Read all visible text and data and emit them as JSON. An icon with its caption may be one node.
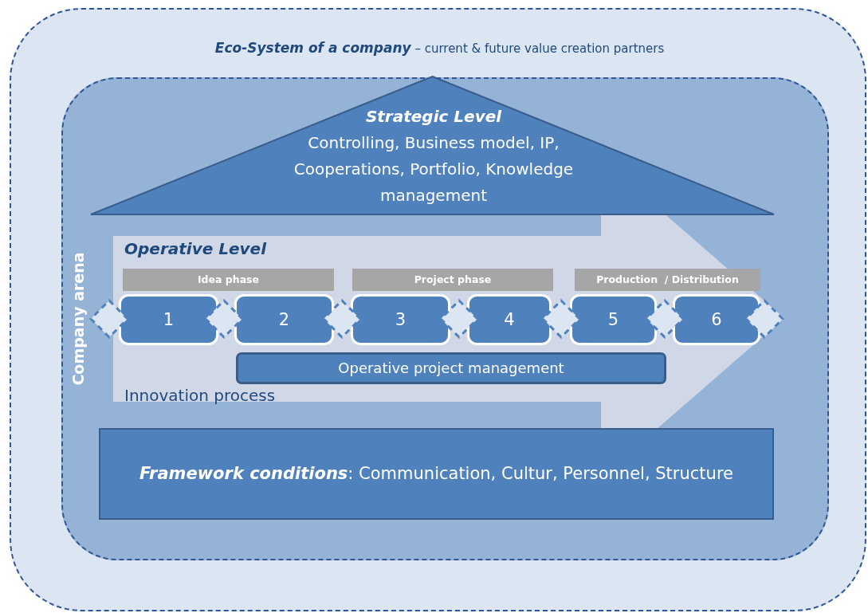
{
  "diagram": {
    "nodes": [
      {
        "text": [
          "**Eco-System of a company** – current & future value creation partners"
        ]
      },
      {
        "text": [
          "Company arena"
        ],
        "in": 0
      },
      {
        "text": [
          "Strategic Level",
          "Controlling, Business model, IP, Cooperations, Portfolio, Knowledge management"
        ],
        "in": 1
      },
      {
        "text": [
          "Operative Level",
          "Innovation process"
        ],
        "in": 1
      },
      {
        "text": [
          "Idea phase"
        ],
        "in": 3
      },
      {
        "text": [
          "Project phase"
        ],
        "in": 3
      },
      {
        "text": [
          "Production  / Distribution"
        ],
        "in": 3
      },
      {
        "text": [
          "1"
        ],
        "in": 3
      },
      {
        "text": [
          "2"
        ],
        "in": 3
      },
      {
        "text": [
          "3"
        ],
        "in": 3
      },
      {
        "text": [
          "4"
        ],
        "in": 3
      },
      {
        "text": [
          "5"
        ],
        "in": 3
      },
      {
        "text": [
          "6"
        ],
        "in": 3
      },
      {
        "text": [],
        "shape": "diamond",
        "in": 1
      },
      {
        "text": [],
        "shape": "diamond",
        "in": 3
      },
      {
        "text": [],
        "shape": "diamond",
        "in": 3
      },
      {
        "text": [],
        "shape": "diamond",
        "in": 3
      },
      {
        "text": [],
        "shape": "diamond",
        "in": 3
      },
      {
        "text": [],
        "shape": "diamond",
        "in": 3
      },
      {
        "text": [],
        "shape": "diamond",
        "in": 3
      },
      {
        "text": [
          "Operative project management"
        ],
        "in": 3
      },
      {
        "text": [
          "**Framework conditions**: Communication, Cultur, Personnel, Structure"
        ],
        "in": 1
      }
    ]
  }
}
